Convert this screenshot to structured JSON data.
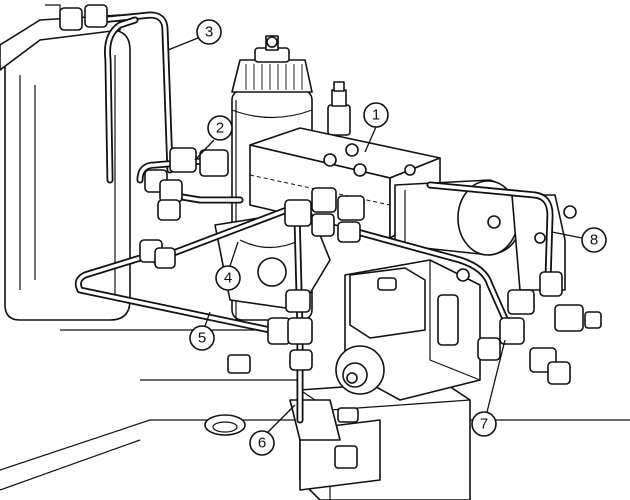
{
  "callouts": [
    {
      "id": "callout-1",
      "label": "1"
    },
    {
      "id": "callout-2",
      "label": "2"
    },
    {
      "id": "callout-3",
      "label": "3"
    },
    {
      "id": "callout-4",
      "label": "4"
    },
    {
      "id": "callout-5",
      "label": "5"
    },
    {
      "id": "callout-6",
      "label": "6"
    },
    {
      "id": "callout-7",
      "label": "7"
    },
    {
      "id": "callout-8",
      "label": "8"
    }
  ],
  "colors": {
    "line": "#111111",
    "background": "#ffffff"
  }
}
